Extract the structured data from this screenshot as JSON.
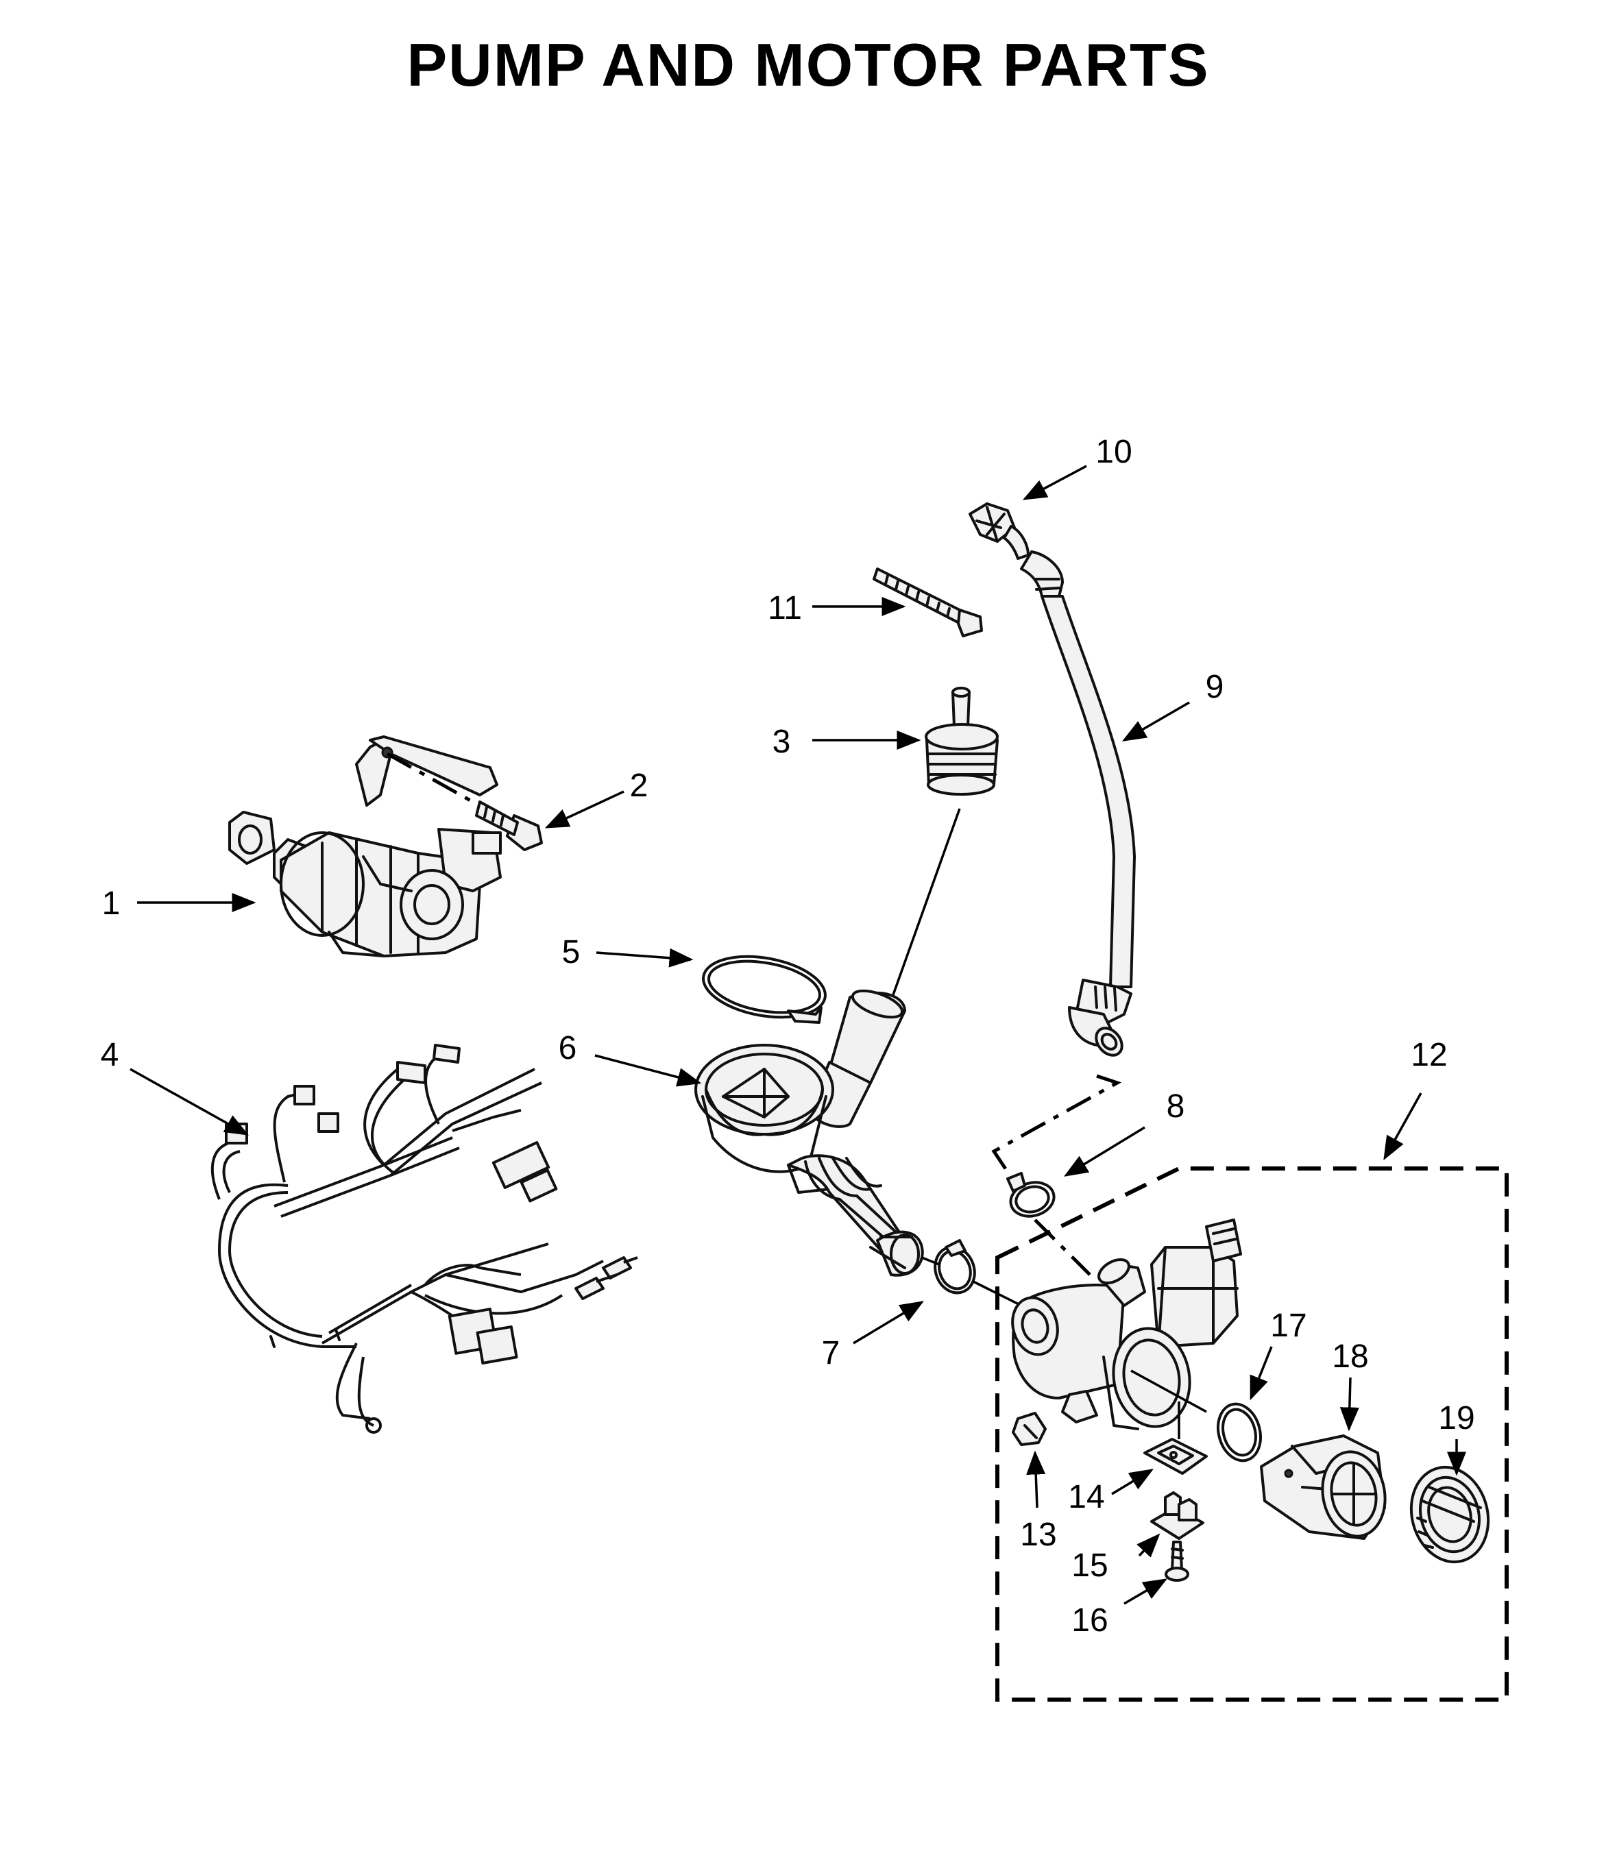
{
  "title": "PUMP AND MOTOR PARTS",
  "callouts": [
    {
      "id": "1",
      "label": "1",
      "part": "drive-motor"
    },
    {
      "id": "2",
      "label": "2",
      "part": "motor-bolt"
    },
    {
      "id": "3",
      "label": "3",
      "part": "pressure-switch-fitting"
    },
    {
      "id": "4",
      "label": "4",
      "part": "wire-harness"
    },
    {
      "id": "5",
      "label": "5",
      "part": "hose-clamp"
    },
    {
      "id": "6",
      "label": "6",
      "part": "tub-drain-hose-sump"
    },
    {
      "id": "7",
      "label": "7",
      "part": "hose-clamp"
    },
    {
      "id": "8",
      "label": "8",
      "part": "hose-clamp"
    },
    {
      "id": "9",
      "label": "9",
      "part": "drain-hose"
    },
    {
      "id": "10",
      "label": "10",
      "part": "hose-clip"
    },
    {
      "id": "11",
      "label": "11",
      "part": "cable-tie"
    },
    {
      "id": "12",
      "label": "12",
      "part": "drain-pump-kit"
    },
    {
      "id": "13",
      "label": "13",
      "part": "clip"
    },
    {
      "id": "14",
      "label": "14",
      "part": "gasket"
    },
    {
      "id": "15",
      "label": "15",
      "part": "bracket"
    },
    {
      "id": "16",
      "label": "16",
      "part": "screw"
    },
    {
      "id": "17",
      "label": "17",
      "part": "o-ring"
    },
    {
      "id": "18",
      "label": "18",
      "part": "filter-housing"
    },
    {
      "id": "19",
      "label": "19",
      "part": "filter-cap"
    }
  ]
}
